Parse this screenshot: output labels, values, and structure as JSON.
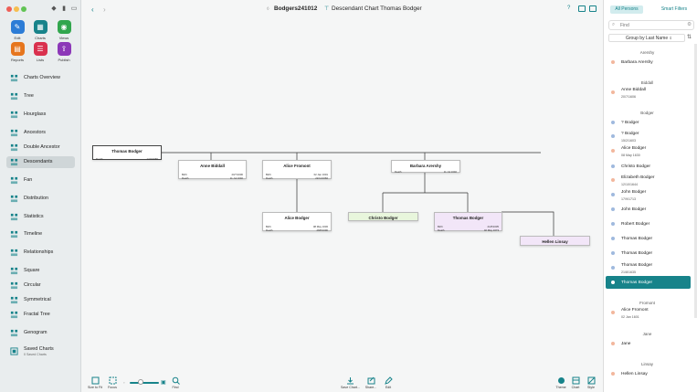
{
  "window": {
    "doc_title": "Bodgers241012",
    "chart_title": "Descendant Chart Thomas Bodger"
  },
  "colors": {
    "accent": "#17838a",
    "male_dot": "#9fb9de",
    "female_dot": "#f2b79d",
    "female_card": "#f2e6f8",
    "highlight_card": "#e8f6dc"
  },
  "toolbar": [
    {
      "label": "Edit",
      "icon": "pencil-icon",
      "color": "#2c7cd6"
    },
    {
      "label": "Charts",
      "icon": "chart-icon",
      "color": "#17838a"
    },
    {
      "label": "Views",
      "icon": "eye-icon",
      "color": "#31a64d"
    },
    {
      "label": "Reports",
      "icon": "report-icon",
      "color": "#e6761e"
    },
    {
      "label": "Lists",
      "icon": "list-icon",
      "color": "#d9314e"
    },
    {
      "label": "Publish",
      "icon": "publish-icon",
      "color": "#8c38b8"
    }
  ],
  "nav": [
    {
      "label": "Charts Overview",
      "icon": "charts-overview-icon"
    },
    {
      "label": "Tree",
      "icon": "tree-icon"
    },
    {
      "label": "Hourglass",
      "icon": "hourglass-icon"
    },
    {
      "label": "Ancestors",
      "icon": "ancestors-icon"
    },
    {
      "label": "Double Ancestor",
      "icon": "double-ancestor-icon"
    },
    {
      "label": "Descendants",
      "icon": "descendants-icon",
      "active": true
    },
    {
      "label": "Fan",
      "icon": "fan-icon"
    },
    {
      "label": "Distribution",
      "icon": "distribution-icon"
    },
    {
      "label": "Statistics",
      "icon": "statistics-icon"
    },
    {
      "label": "Timeline",
      "icon": "timeline-icon"
    },
    {
      "label": "Relationships",
      "icon": "relationships-icon"
    },
    {
      "label": "Square",
      "icon": "square-icon"
    },
    {
      "label": "Circular",
      "icon": "circular-icon"
    },
    {
      "label": "Symmetrical",
      "icon": "symmetrical-icon"
    },
    {
      "label": "Fractal Tree",
      "icon": "fractal-tree-icon"
    },
    {
      "label": "Genogram",
      "icon": "genogram-icon"
    }
  ],
  "saved": {
    "label": "Saved Charts",
    "sub": "0 Saved Charts"
  },
  "bottom": {
    "size_to_fit": "Size to Fit",
    "focus": "Focus",
    "find": "Find",
    "save_chart": "Save Chart...",
    "share": "Share...",
    "edit": "Edit",
    "theme": "Theme",
    "chart": "Chart",
    "style": "Style"
  },
  "cards": [
    {
      "name": "Thomas Bodger",
      "rows": [
        [
          "Death",
          "12/4/1666"
        ]
      ],
      "kind": "root"
    },
    {
      "name": "Anne Biddall",
      "rows": [
        [
          "Birth",
          "20/7/1606"
        ],
        [
          "Death",
          "11 Jul 1640"
        ]
      ],
      "kind": "female"
    },
    {
      "name": "Alice Fromont",
      "rows": [
        [
          "Birth",
          "02 Jan 1601"
        ],
        [
          "Death",
          "22/11/1660"
        ]
      ],
      "kind": "female"
    },
    {
      "name": "Barbara Arershy",
      "rows": [
        [
          "Death",
          "11 Jul 1640"
        ]
      ],
      "kind": "female"
    },
    {
      "name": "Alice Bodger",
      "rows": [
        [
          "Birth",
          "08 May 1630"
        ],
        [
          "Death",
          "28/8/1690"
        ]
      ],
      "kind": "female"
    },
    {
      "name": "Christo Bodger",
      "rows": [],
      "kind": "highlight"
    },
    {
      "name": "Thomas Bodger",
      "rows": [
        [
          "Birth",
          "21/8/1635"
        ],
        [
          "Death",
          "02 May 1673"
        ]
      ],
      "kind": "purple"
    },
    {
      "name": "Hellen Linsay",
      "rows": [],
      "kind": "purple2"
    }
  ],
  "panel": {
    "tab_all": "All Persons",
    "tab_smart": "Smart Filters",
    "search_placeholder": "Find",
    "group_by": "Group by Last Name"
  },
  "groups": [
    {
      "name": "Arershy",
      "people": [
        {
          "name": "Barbara Arershy",
          "date": "",
          "sex": "f"
        }
      ]
    },
    {
      "name": "Biddall",
      "people": [
        {
          "name": "Anne Biddall",
          "date": "20/7/1606",
          "sex": "f"
        }
      ]
    },
    {
      "name": "Bodger",
      "people": [
        {
          "name": "? Bodger",
          "date": "",
          "sex": "m"
        },
        {
          "name": "? Bodger",
          "date": "15/2/1603",
          "sex": "m"
        },
        {
          "name": "Alice Bodger",
          "date": "08 May 1630",
          "sex": "f"
        },
        {
          "name": "Christo Bodger",
          "date": "",
          "sex": "m"
        },
        {
          "name": "Elizabeth Bodger",
          "date": "12/10/1644",
          "sex": "f"
        },
        {
          "name": "John Bodger",
          "date": "17/9/1713",
          "sex": "m"
        },
        {
          "name": "John Bodger",
          "date": "",
          "sex": "m"
        },
        {
          "name": "Robert Bodger",
          "date": "",
          "sex": "m"
        },
        {
          "name": "Thomas Bodger",
          "date": "",
          "sex": "m"
        },
        {
          "name": "Thomas Bodger",
          "date": "",
          "sex": "m"
        },
        {
          "name": "Thomas Bodger",
          "date": "21/8/1635",
          "sex": "m"
        },
        {
          "name": "Thomas Bodger",
          "date": "",
          "sex": "m",
          "selected": true
        }
      ]
    },
    {
      "name": "Fromont",
      "people": [
        {
          "name": "Alice Fromont",
          "date": "02 Jan 1601",
          "sex": "f"
        }
      ]
    },
    {
      "name": "Jane",
      "people": [
        {
          "name": "Jane",
          "date": "",
          "sex": "f"
        }
      ]
    },
    {
      "name": "Linsay",
      "people": [
        {
          "name": "Hellen Linsay",
          "date": "",
          "sex": "f"
        }
      ]
    }
  ]
}
